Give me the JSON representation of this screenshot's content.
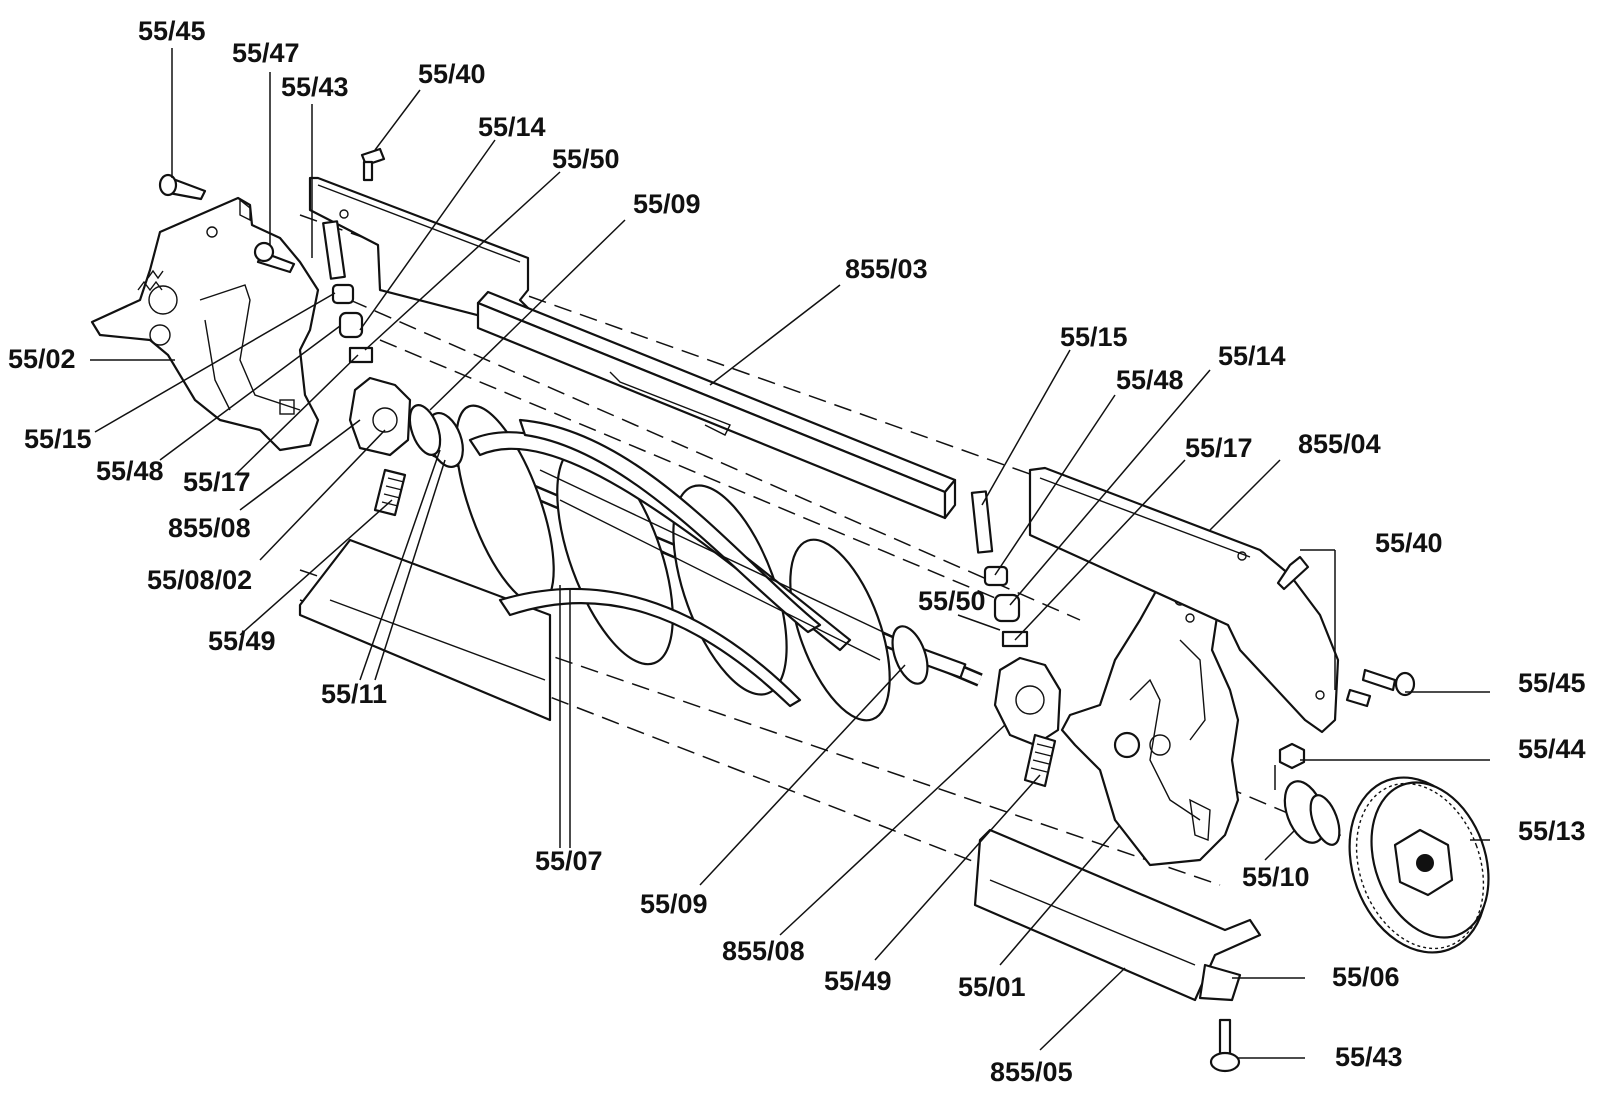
{
  "labels": {
    "l_55_45_top": "55/45",
    "l_55_47": "55/47",
    "l_55_43_top": "55/43",
    "l_55_40_top": "55/40",
    "l_55_14_left": "55/14",
    "l_55_50_left": "55/50",
    "l_55_09_top": "55/09",
    "l_855_03": "855/03",
    "l_55_02": "55/02",
    "l_55_15_left": "55/15",
    "l_55_48_left": "55/48",
    "l_55_17_left": "55/17",
    "l_855_08_left": "855/08",
    "l_55_08_02": "55/08/02",
    "l_55_49_left": "55/49",
    "l_55_11": "55/11",
    "l_55_15_right": "55/15",
    "l_55_48_right": "55/48",
    "l_55_14_right": "55/14",
    "l_55_17_right": "55/17",
    "l_855_04": "855/04",
    "l_55_40_right": "55/40",
    "l_55_50_right": "55/50",
    "l_55_45_right": "55/45",
    "l_55_44": "55/44",
    "l_55_13": "55/13",
    "l_55_10": "55/10",
    "l_55_07": "55/07",
    "l_55_09_bottom": "55/09",
    "l_855_08_bottom": "855/08",
    "l_55_49_bottom": "55/49",
    "l_55_01": "55/01",
    "l_55_06": "55/06",
    "l_55_43_bottom": "55/43",
    "l_855_05": "855/05"
  }
}
